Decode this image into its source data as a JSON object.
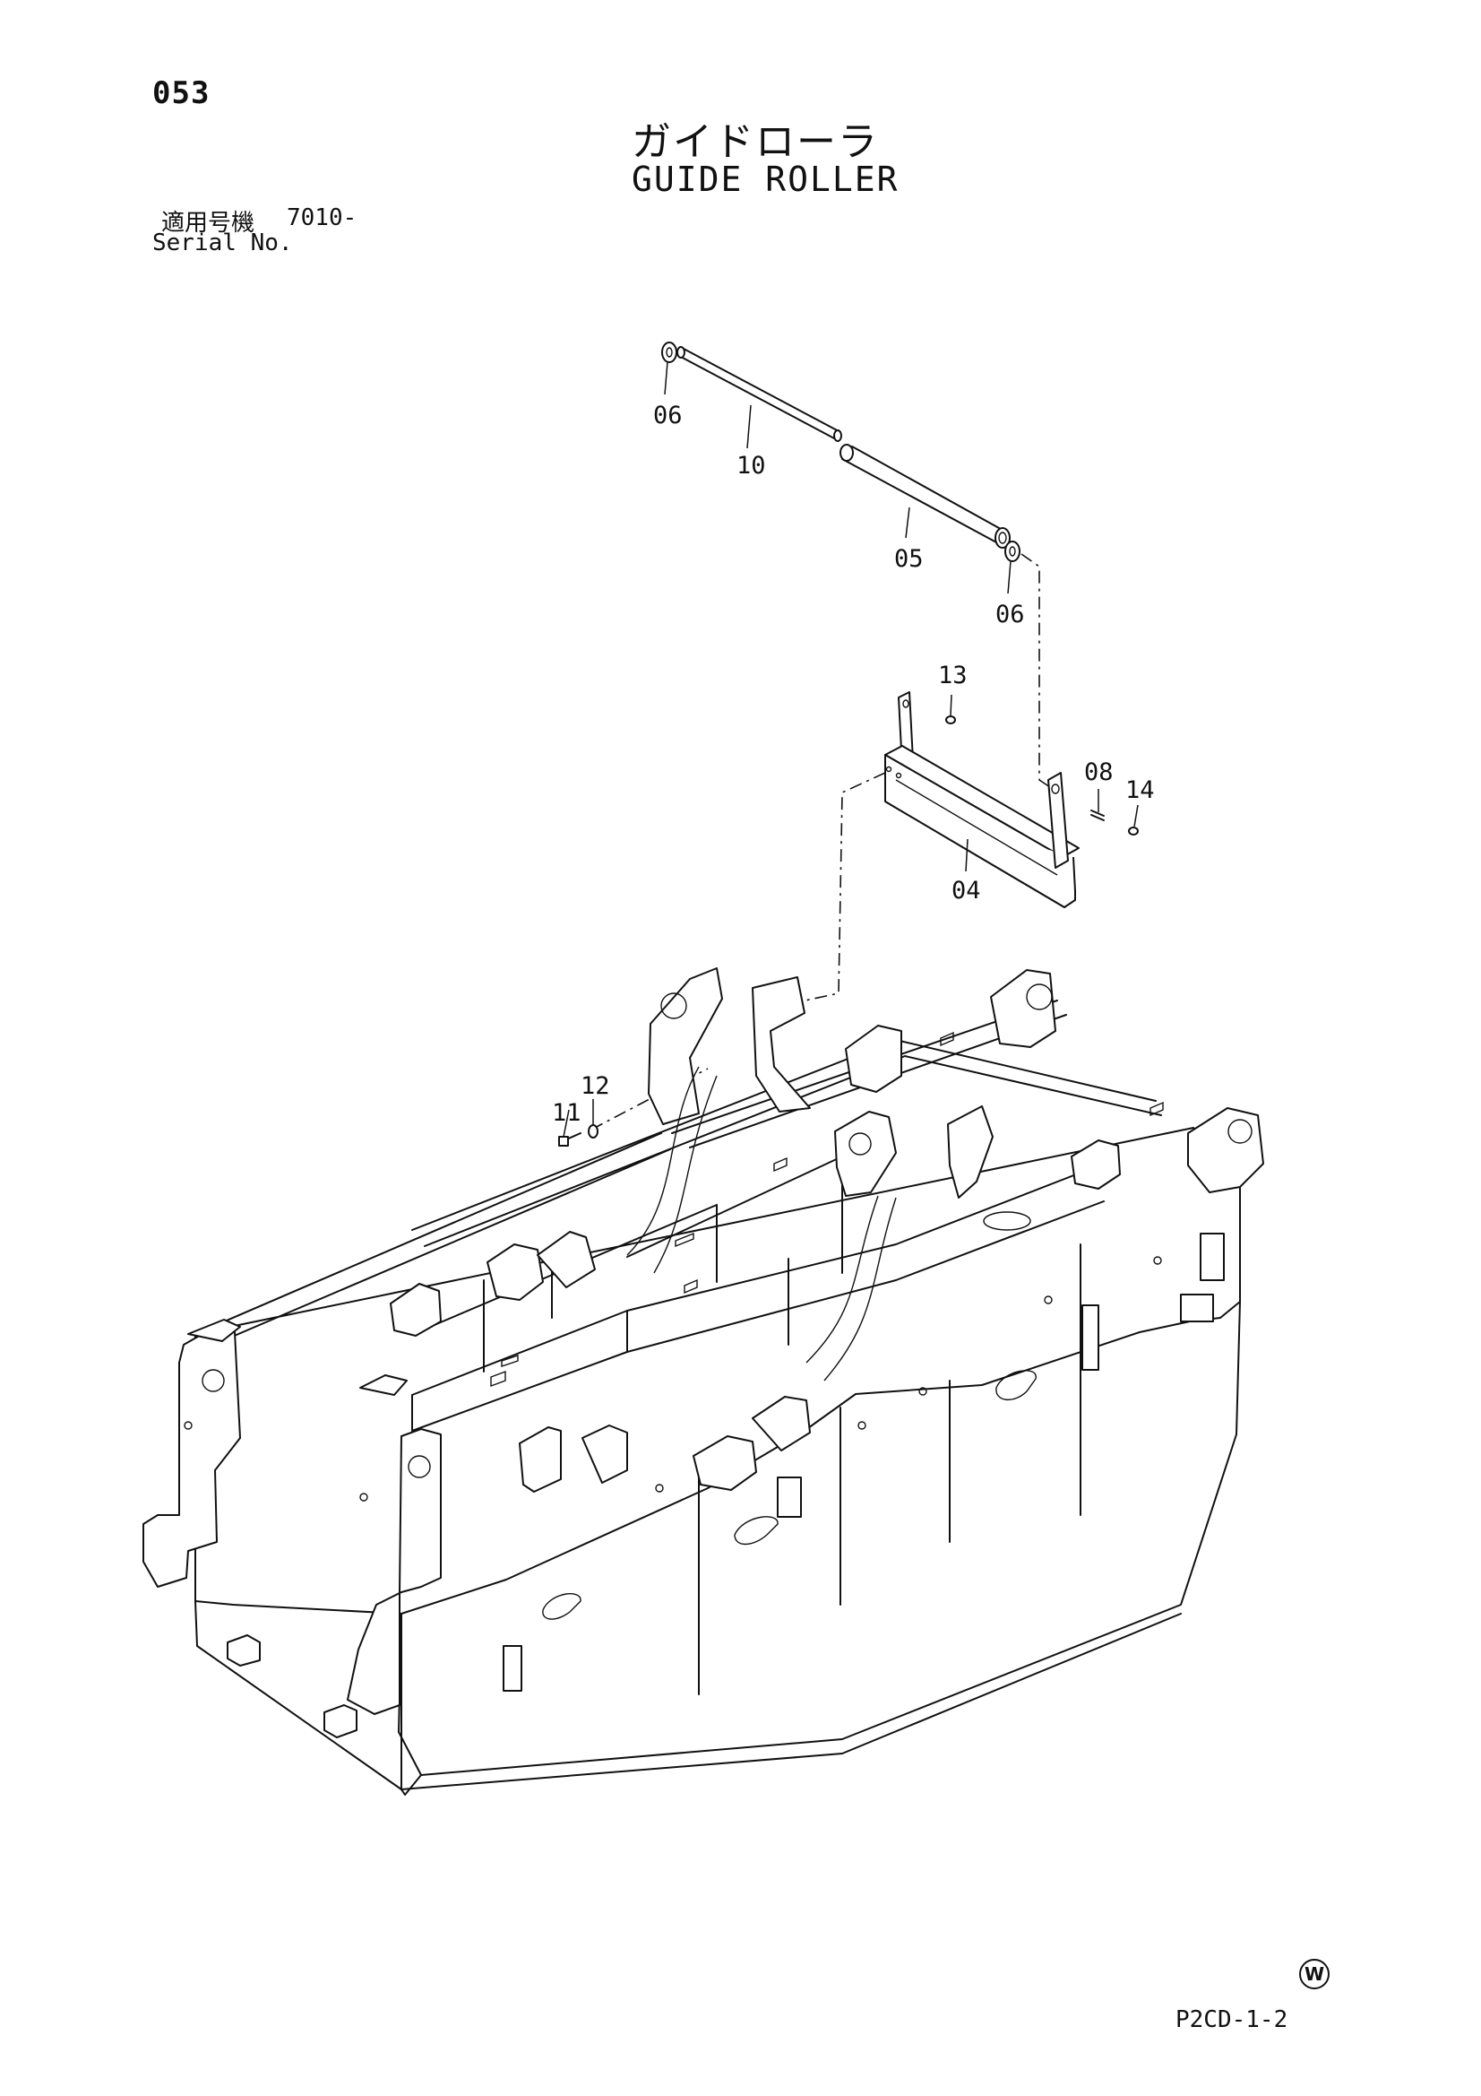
{
  "header": {
    "page_number": "053",
    "title_jp": "ガイドローラ",
    "title_en": "GUIDE ROLLER",
    "serial_label_jp": "適用号機",
    "serial_value": "7010-",
    "serial_label_en": "Serial No."
  },
  "callouts": {
    "c06a": "06",
    "c10": "10",
    "c05": "05",
    "c06b": "06",
    "c13": "13",
    "c08": "08",
    "c14": "14",
    "c04": "04",
    "c11": "11",
    "c12": "12"
  },
  "footer": {
    "watermark": "W",
    "drawing_code": "P2CD-1-2"
  },
  "icons": {
    "watermark": "circled-w-icon"
  }
}
